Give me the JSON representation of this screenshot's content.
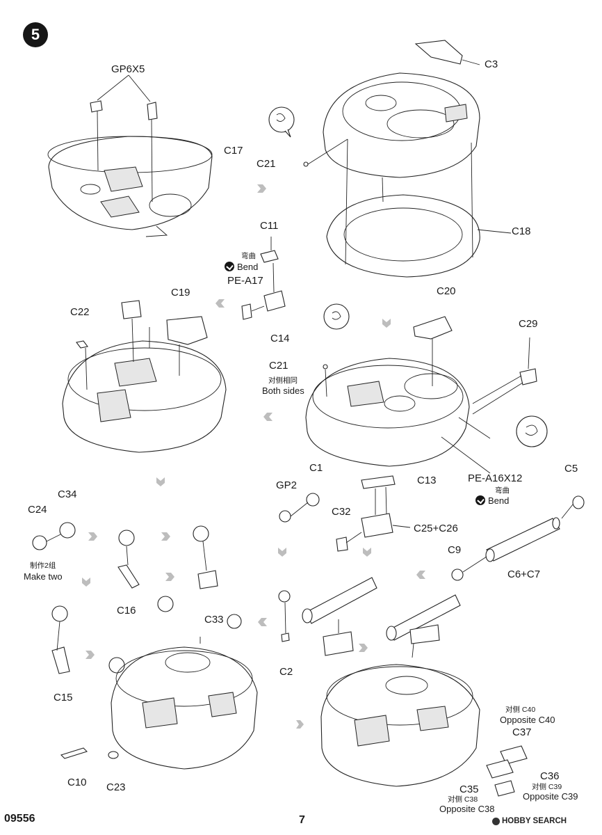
{
  "step_number": "5",
  "product_code": "09556",
  "page_number": "7",
  "watermark": "HOBBY SEARCH",
  "labels": {
    "gp6x5": "GP6X5",
    "c17": "C17",
    "c3": "C3",
    "c21_top": "C21",
    "c18": "C18",
    "c11": "C11",
    "bend_cn_1": "弯曲",
    "bend_en_1": "Bend",
    "pe_a17": "PE-A17",
    "c14": "C14",
    "c22": "C22",
    "c19": "C19",
    "c20": "C20",
    "c29": "C29",
    "c21_mid": "C21",
    "both_sides_cn": "对侧相同",
    "both_sides_en": "Both sides",
    "pe_a16x12": "PE-A16X12",
    "bend_cn_2": "弯曲",
    "bend_en_2": "Bend",
    "c5": "C5",
    "c1": "C1",
    "gp2": "GP2",
    "c13": "C13",
    "c32": "C32",
    "c25_c26": "C25+C26",
    "c9": "C9",
    "c6_c7": "C6+C7",
    "c24": "C24",
    "c34": "C34",
    "make_two_cn": "制作2组",
    "make_two_en": "Make two",
    "c16": "C16",
    "c33": "C33",
    "c15": "C15",
    "c2": "C2",
    "opp_c40_cn": "对侧 C40",
    "opp_c40_en": "Opposite C40",
    "c37": "C37",
    "c36": "C36",
    "opp_c39_cn": "对侧 C39",
    "opp_c39_en": "Opposite C39",
    "c35": "C35",
    "opp_c38_cn": "对侧 C38",
    "opp_c38_en": "Opposite C38",
    "c10": "C10",
    "c23": "C23"
  },
  "icons": [
    "glue-icon",
    "bend-icon",
    "flow-arrow-icon",
    "step-badge"
  ]
}
